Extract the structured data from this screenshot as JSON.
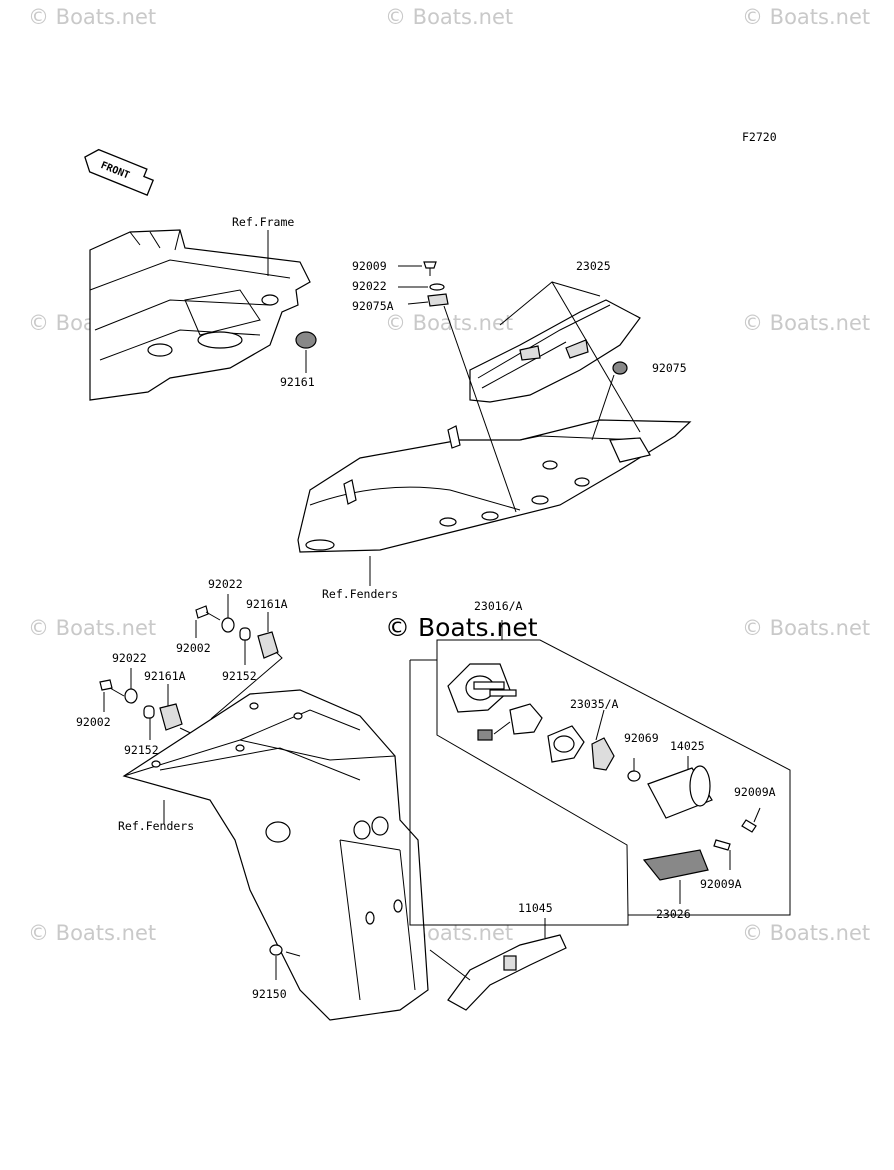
{
  "figure_code": "F2720",
  "front_arrow_label": "FRONT",
  "watermark": "© Boats.net",
  "watermark_center": "© Boats.net",
  "callouts": {
    "ref_frame": "Ref.Frame",
    "p92161": "92161",
    "p92009_top": "92009",
    "p92022_top": "92022",
    "p92075A": "92075A",
    "p23025": "23025",
    "p92075": "92075",
    "ref_fenders_top": "Ref.Fenders",
    "p92022_a": "92022",
    "p92161A_a": "92161A",
    "p92002_a": "92002",
    "p92152_a": "92152",
    "p92022_b": "92022",
    "p92161A_b": "92161A",
    "p92002_b": "92002",
    "p92152_b": "92152",
    "ref_fenders_bottom": "Ref.Fenders",
    "p23016A": "23016/A",
    "p23035A": "23035/A",
    "p92069": "92069",
    "p14025": "14025",
    "p92009A_a": "92009A",
    "p92009A_b": "92009A",
    "p23026": "23026",
    "p11045": "11045",
    "p92150": "92150"
  }
}
